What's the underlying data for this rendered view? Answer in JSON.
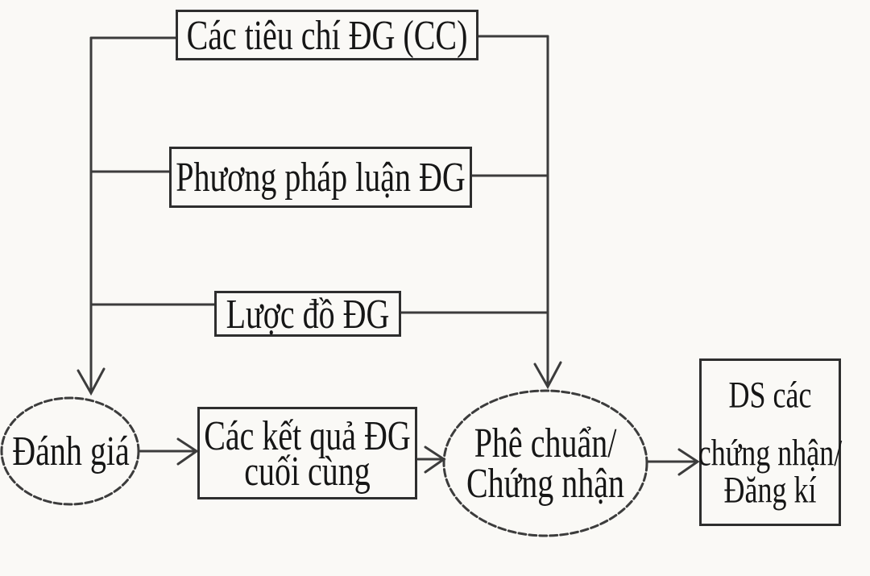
{
  "diagram": {
    "type": "flowchart",
    "language": "vi",
    "colors": {
      "background": "#faf9f6",
      "line": "#3c3c3c",
      "box_border": "#2e2e2e",
      "text": "#161616"
    },
    "nodes": {
      "criteria": {
        "shape": "rectangle",
        "label": "Các tiêu chí ĐG (CC)"
      },
      "methodology": {
        "shape": "rectangle",
        "label": "Phương pháp luận ĐG"
      },
      "scheme": {
        "shape": "rectangle",
        "label": "Lược đồ ĐG"
      },
      "evaluation": {
        "shape": "ellipse",
        "label": "Đánh giá"
      },
      "final_results": {
        "shape": "rectangle",
        "line1": "Các kết quả ĐG",
        "line2": "cuối cùng"
      },
      "approval": {
        "shape": "ellipse",
        "line1": "Phê chuẩn/",
        "line2": "Chứng nhận"
      },
      "registry": {
        "shape": "rectangle",
        "line1": "DS các",
        "line2": "chứng nhận/",
        "line3": "Đăng kí"
      }
    },
    "edges": [
      {
        "from": "criteria",
        "to": "evaluation",
        "style": "arrow-down"
      },
      {
        "from": "methodology",
        "to": "evaluation",
        "style": "arrow-down"
      },
      {
        "from": "scheme",
        "to": "evaluation",
        "style": "arrow-down"
      },
      {
        "from": "criteria",
        "to": "approval",
        "style": "arrow-down"
      },
      {
        "from": "methodology",
        "to": "approval",
        "style": "arrow-down"
      },
      {
        "from": "scheme",
        "to": "approval",
        "style": "arrow-down"
      },
      {
        "from": "evaluation",
        "to": "final_results",
        "style": "arrow-right"
      },
      {
        "from": "final_results",
        "to": "approval",
        "style": "arrow-right"
      },
      {
        "from": "approval",
        "to": "registry",
        "style": "arrow-right"
      }
    ]
  }
}
